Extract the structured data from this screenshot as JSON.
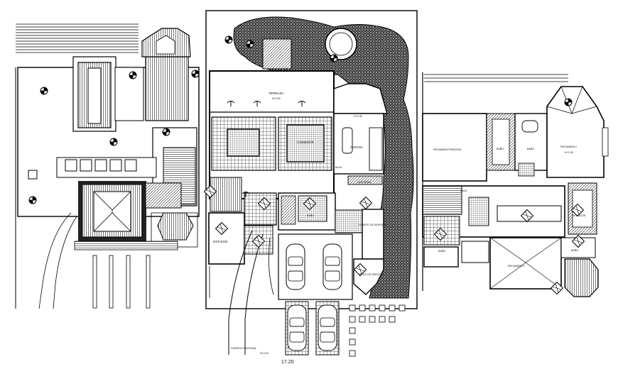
{
  "plans": {
    "roof": {},
    "ground_floor": {
      "labels": {
        "terrace": "TERRAZA",
        "terrace_level": "N+0.50",
        "kitchen": "COCINA",
        "kitchen_level": "N+0.45",
        "dining": "COMEDOR",
        "study": "ESTUDIO",
        "service_room": "CUARTO DE SERVICIO",
        "service_patio": "PATIO DE SERVICIO",
        "pedestrian_entry": "INGRESO PEATONAL",
        "entry_level": "N+0.00",
        "pantry": "DESPENSA",
        "slope": "BAJA",
        "bath": "BAÑO"
      },
      "overall_dimension": "17.20"
    },
    "upper_floor": {
      "labels": {
        "master_bedroom": "RECAMARA PRINCIPAL",
        "bedroom_2": "RECAMARA 2",
        "bedroom_3": "RECAMARA 3",
        "bath_1": "BAÑO",
        "bath_2": "BAÑO",
        "bath_3": "BAÑO",
        "bath_4": "BAÑO",
        "closet": "VESTIDOR",
        "level": "N+3.35",
        "stair": "BAJA"
      }
    }
  }
}
